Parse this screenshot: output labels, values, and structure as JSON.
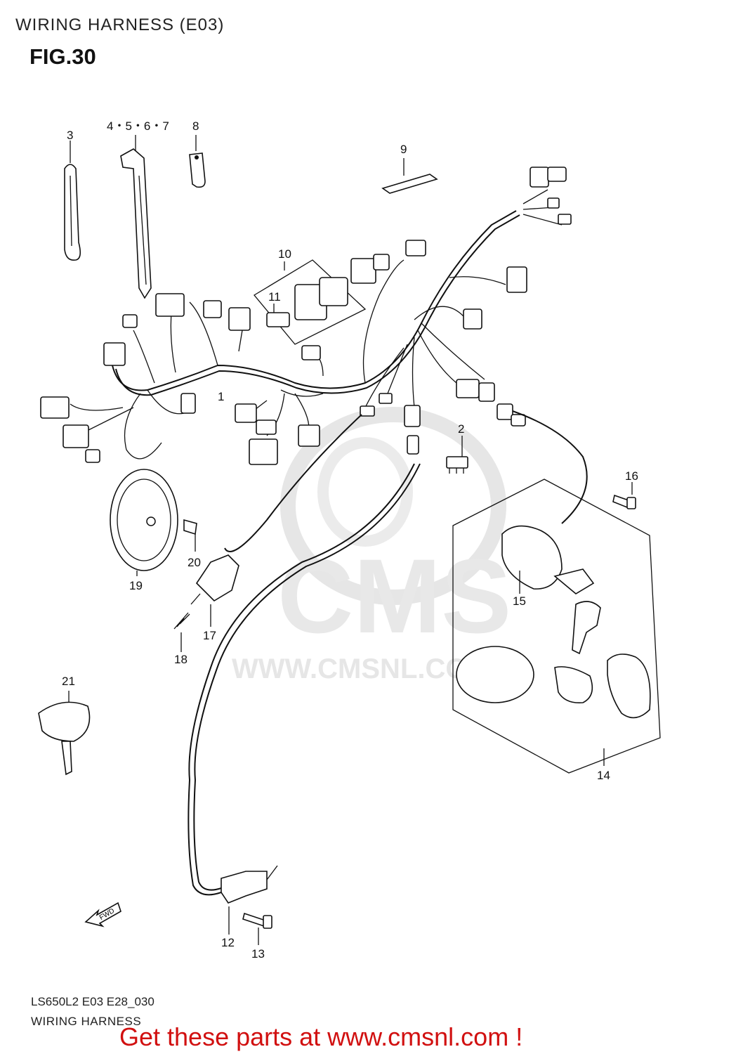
{
  "header": {
    "title": "WIRING HARNESS (E03)",
    "figure": "FIG.30"
  },
  "watermark": {
    "brand": "CMS",
    "url": "WWW.CMSNL.COM"
  },
  "callouts": [
    {
      "id": "c1",
      "label": "1"
    },
    {
      "id": "c2",
      "label": "2"
    },
    {
      "id": "c3",
      "label": "3"
    },
    {
      "id": "c4",
      "label": "4・5・6・7"
    },
    {
      "id": "c8",
      "label": "8"
    },
    {
      "id": "c9",
      "label": "9"
    },
    {
      "id": "c10",
      "label": "10"
    },
    {
      "id": "c11",
      "label": "11"
    },
    {
      "id": "c12",
      "label": "12"
    },
    {
      "id": "c13",
      "label": "13"
    },
    {
      "id": "c14",
      "label": "14"
    },
    {
      "id": "c15",
      "label": "15"
    },
    {
      "id": "c16",
      "label": "16"
    },
    {
      "id": "c17",
      "label": "17"
    },
    {
      "id": "c18",
      "label": "18"
    },
    {
      "id": "c19",
      "label": "19"
    },
    {
      "id": "c20",
      "label": "20"
    },
    {
      "id": "c21",
      "label": "21"
    }
  ],
  "direction_badge": "FWD",
  "footer": {
    "code": "LS650L2 E03 E28_030",
    "subtitle": "WIRING HARNESS",
    "promo": "Get these parts at www.cmsnl.com !"
  },
  "colors": {
    "promo": "#d11010",
    "watermark": "#e6e6e6",
    "ink": "#111111"
  }
}
